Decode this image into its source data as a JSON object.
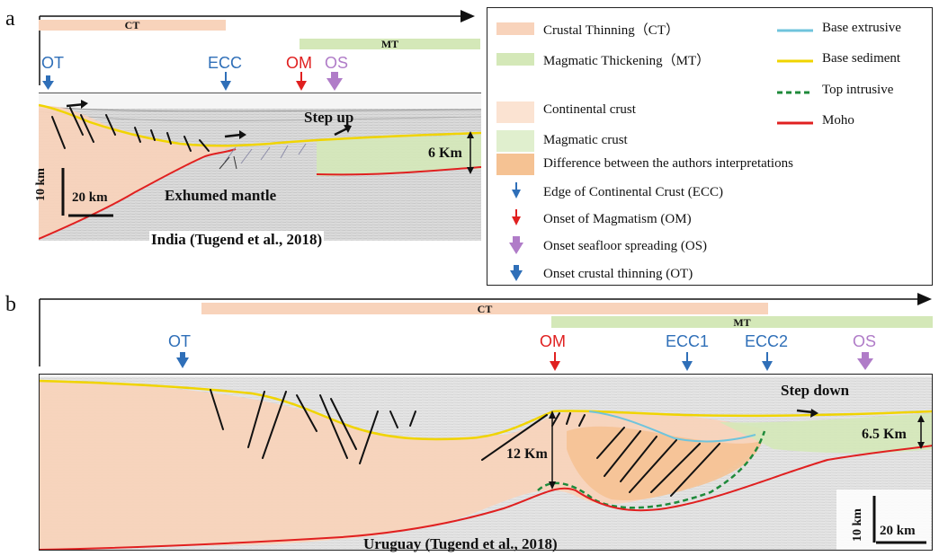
{
  "colors": {
    "crustal_thinning": "#f8d3bb",
    "magmatic_thickening": "#d4e8b8",
    "continental_crust": "#fbe3d2",
    "magmatic_crust": "#e0efce",
    "difference": "#f5c293",
    "base_extrusive": "#6fc4dc",
    "base_sediment": "#f0d400",
    "top_intrusive": "#1e8a3a",
    "moho": "#e02020",
    "blue_marker": "#2f6fb8",
    "red_marker": "#e02020",
    "purple_marker": "#b07cc8"
  },
  "panel_a": {
    "letter": "a",
    "bars": {
      "ct": "CT",
      "mt": "MT"
    },
    "markers": {
      "ot": "OT",
      "ecc": "ECC",
      "om": "OM",
      "os": "OS"
    },
    "annotations": {
      "step": "Step up",
      "thickness": "6 Km",
      "exhumed": "Exhumed mantle",
      "scale_v": "10 km",
      "scale_h": "20 km",
      "caption": "India (Tugend et al., 2018)"
    }
  },
  "panel_b": {
    "letter": "b",
    "bars": {
      "ct": "CT",
      "mt": "MT"
    },
    "markers": {
      "ot": "OT",
      "om": "OM",
      "ecc1": "ECC1",
      "ecc2": "ECC2",
      "os": "OS"
    },
    "annotations": {
      "step": "Step down",
      "thickness": "6.5 Km",
      "depth": "12 Km",
      "scale_v": "10 km",
      "scale_h": "20 km",
      "caption": "Uruguay (Tugend et al., 2018)"
    }
  },
  "legend": {
    "crustal_thinning": "Crustal Thinning（CT）",
    "magmatic_thickening": "Magmatic Thickening（MT）",
    "continental_crust": "Continental crust",
    "magmatic_crust": "Magmatic crust",
    "difference": "Difference between the authors interpretations",
    "ecc": "Edge of Continental Crust (ECC)",
    "om": "Onset of Magmatism (OM)",
    "os": "Onset seafloor spreading (OS)",
    "ot": "Onset crustal thinning (OT)",
    "base_extrusive": "Base extrusive",
    "base_sediment": "Base sediment",
    "top_intrusive": "Top intrusive",
    "moho": "Moho"
  }
}
